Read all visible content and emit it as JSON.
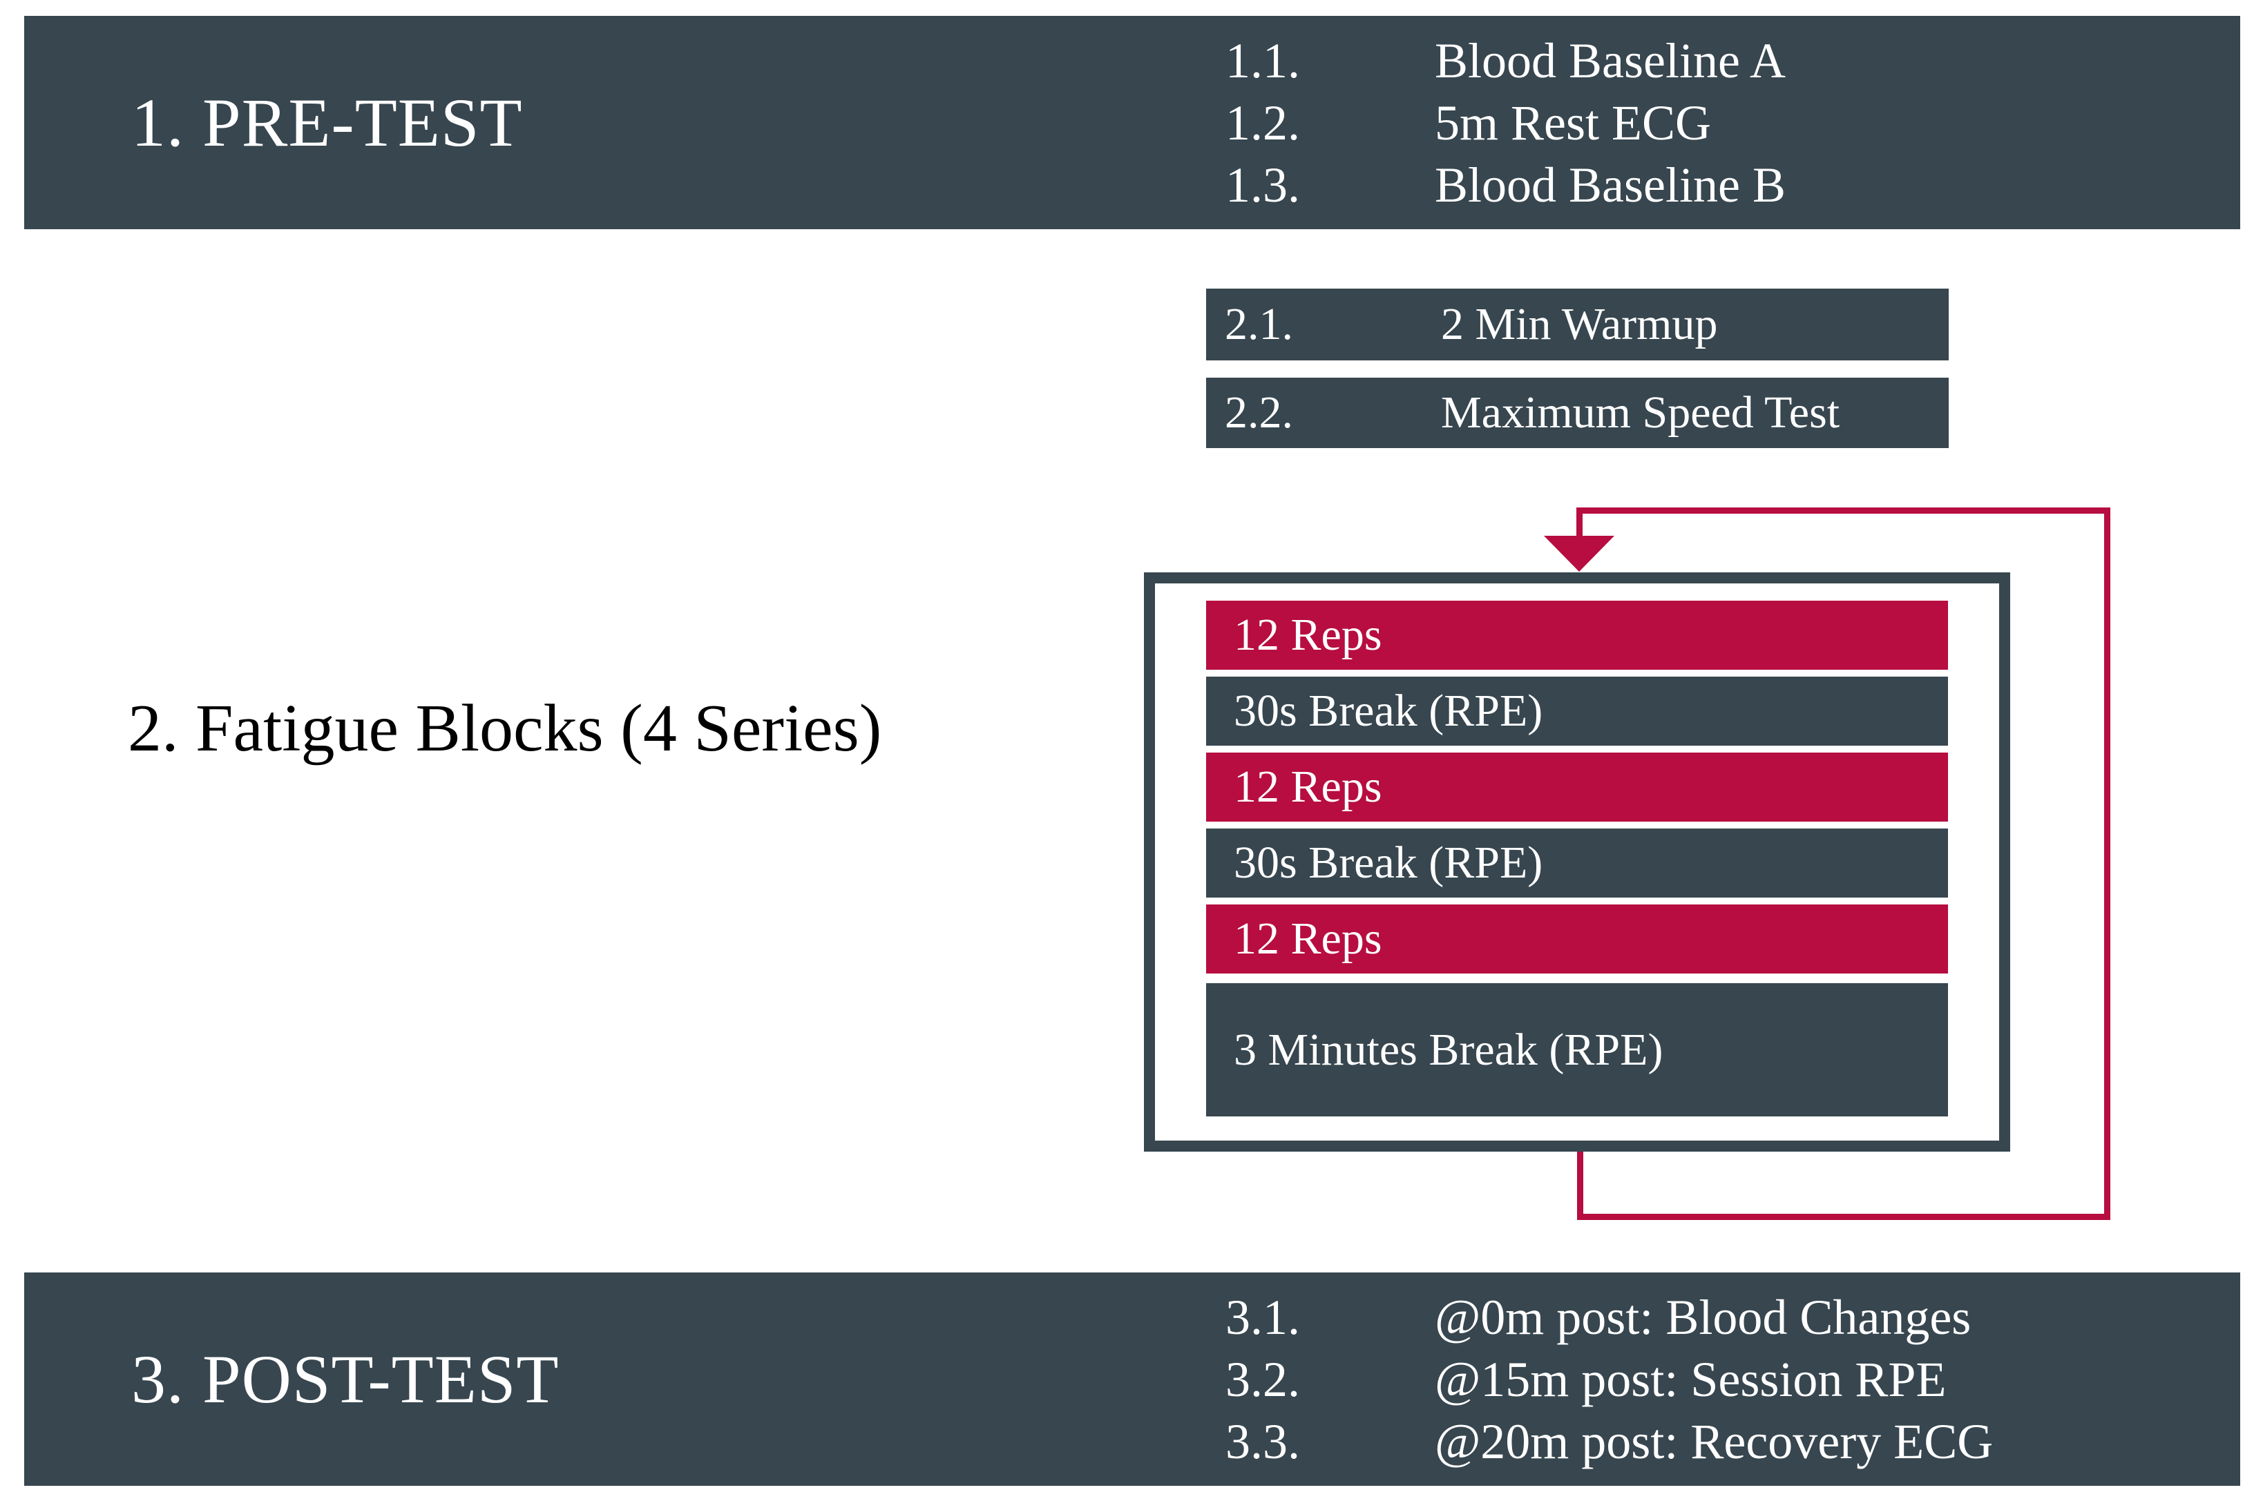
{
  "colors": {
    "banner_bg": "#37464F",
    "accent_red": "#B70D40",
    "title_text": "#FFFFFF",
    "heading_text": "#000000",
    "background": "#FFFFFF"
  },
  "pretest": {
    "title": "1. PRE-TEST",
    "items": [
      {
        "num": "1.1.",
        "label": "Blood Baseline A"
      },
      {
        "num": "1.2.",
        "label": "5m Rest ECG"
      },
      {
        "num": "1.3.",
        "label": "Blood Baseline B"
      }
    ]
  },
  "protocol_steps": [
    {
      "num": "2.1.",
      "label": "2 Min Warmup"
    },
    {
      "num": "2.2.",
      "label": "Maximum Speed Test"
    }
  ],
  "fatigue_block": {
    "title": "2. Fatigue Blocks (4 Series)",
    "rows": [
      {
        "type": "reps",
        "label": "12 Reps"
      },
      {
        "type": "break",
        "label": "30s Break (RPE)"
      },
      {
        "type": "reps",
        "label": "12 Reps"
      },
      {
        "type": "break",
        "label": "30s Break (RPE)"
      },
      {
        "type": "reps",
        "label": "12 Reps"
      },
      {
        "type": "long_break",
        "label": "3 Minutes Break (RPE)"
      }
    ]
  },
  "posttest": {
    "title": "3. POST-TEST",
    "items": [
      {
        "num": "3.1.",
        "label": "@0m post: Blood Changes"
      },
      {
        "num": "3.2.",
        "label": "@15m post: Session RPE"
      },
      {
        "num": "3.3.",
        "label": "@20m post: Recovery ECG"
      }
    ]
  }
}
